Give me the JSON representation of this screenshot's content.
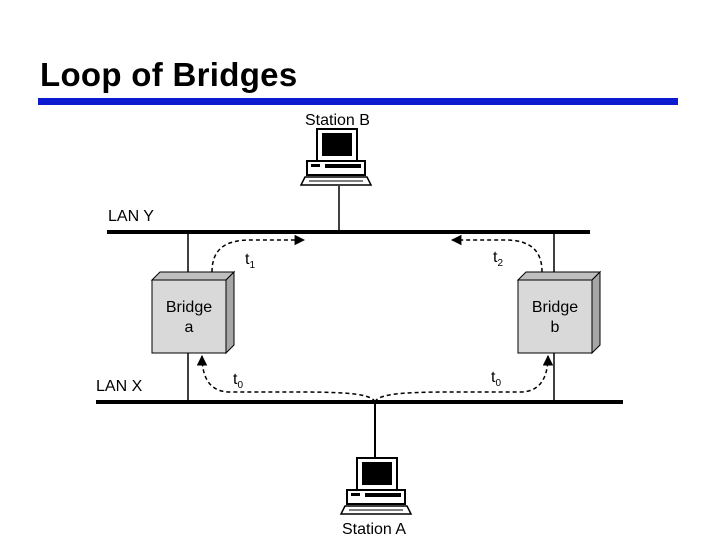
{
  "title": "Loop of Bridges",
  "colors": {
    "title_rule": "#0c1ad0",
    "bridge_fill": "#d9d9d9",
    "line": "#000000"
  },
  "stations": [
    {
      "label": "Station B",
      "icon": "computer-icon"
    },
    {
      "label": "Station A",
      "icon": "computer-icon"
    }
  ],
  "lans": [
    {
      "label": "LAN Y"
    },
    {
      "label": "LAN X"
    }
  ],
  "bridges": [
    {
      "line1": "Bridge",
      "line2": "a"
    },
    {
      "line1": "Bridge",
      "line2": "b"
    }
  ],
  "times": [
    {
      "base": "t",
      "sub": "1"
    },
    {
      "base": "t",
      "sub": "2"
    },
    {
      "base": "t",
      "sub": "0"
    },
    {
      "base": "t",
      "sub": "0"
    }
  ]
}
